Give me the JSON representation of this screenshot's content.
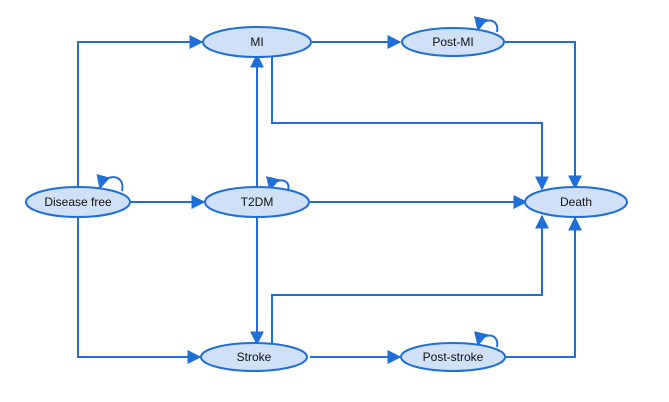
{
  "diagram": {
    "colors": {
      "node_fill": "#cfe0f7",
      "line": "#1f6fd6",
      "text": "#111111"
    },
    "nodes": {
      "disease_free": "Disease free",
      "mi": "MI",
      "post_mi": "Post-MI",
      "t2dm": "T2DM",
      "death": "Death",
      "stroke": "Stroke",
      "post_stroke": "Post-stroke"
    },
    "edges": [
      {
        "from": "Disease free",
        "to": "MI"
      },
      {
        "from": "Disease free",
        "to": "T2DM"
      },
      {
        "from": "Disease free",
        "to": "Stroke"
      },
      {
        "from": "MI",
        "to": "Post-MI"
      },
      {
        "from": "MI",
        "to": "Death"
      },
      {
        "from": "T2DM",
        "to": "MI"
      },
      {
        "from": "T2DM",
        "to": "Death"
      },
      {
        "from": "T2DM",
        "to": "Stroke"
      },
      {
        "from": "Stroke",
        "to": "Post-stroke"
      },
      {
        "from": "Stroke",
        "to": "Death"
      },
      {
        "from": "Post-MI",
        "to": "Death"
      },
      {
        "from": "Post-stroke",
        "to": "Death"
      }
    ],
    "self_loops": [
      "Disease free",
      "T2DM",
      "Post-MI",
      "Post-stroke"
    ]
  }
}
